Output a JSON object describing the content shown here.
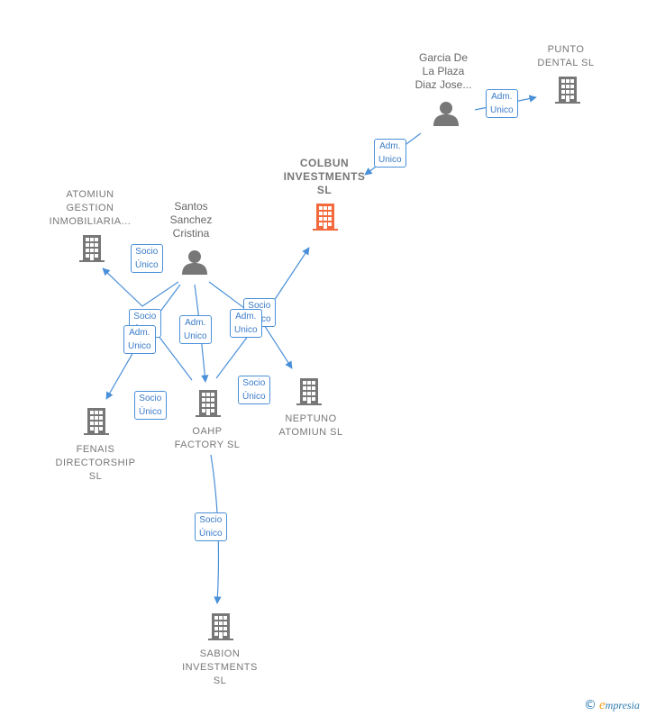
{
  "nodes": {
    "colbun": "COLBUN\nINVESTMENTS\nSL",
    "punto": "PUNTO\nDENTAL  SL",
    "garcia": "Garcia De\nLa Plaza\nDiaz Jose...",
    "atomiun": "ATOMIUN\nGESTION\nINMOBILIARIA...",
    "santos": "Santos\nSanchez\nCristina",
    "fenais": "FENAIS\nDIRECTORSHIP\nSL",
    "oahp": "OAHP\nFACTORY  SL",
    "neptuno": "NEPTUNO\nATOMIUN  SL",
    "sabion": "SABION\nINVESTMENTS\nSL"
  },
  "edges": {
    "garcia_punto": "Adm.\nUnico",
    "garcia_colbun": "Adm.\nUnico",
    "santos_atomiun": "Socio\nÚnico",
    "santos_colbun": "Socio\nÚnico",
    "santos_fenais": "Socio\nÚnico",
    "santos_fenais_adm": "Adm.\nUnico",
    "santos_oahp": "Adm.\nUnico",
    "santos_neptuno": "Adm.\nUnico",
    "oahp_fenais": "Socio\nÚnico",
    "oahp_neptuno": "Socio\nÚnico",
    "oahp_sabion": "Socio\nÚnico"
  },
  "colors": {
    "edge": "#4a90d9",
    "building": "#777777",
    "main_building": "#f26a3d",
    "person": "#777777"
  },
  "icons": {
    "company": "building-icon",
    "person": "person-icon"
  },
  "branding": {
    "copyright": "©",
    "e": "e",
    "name": "mpresia"
  }
}
